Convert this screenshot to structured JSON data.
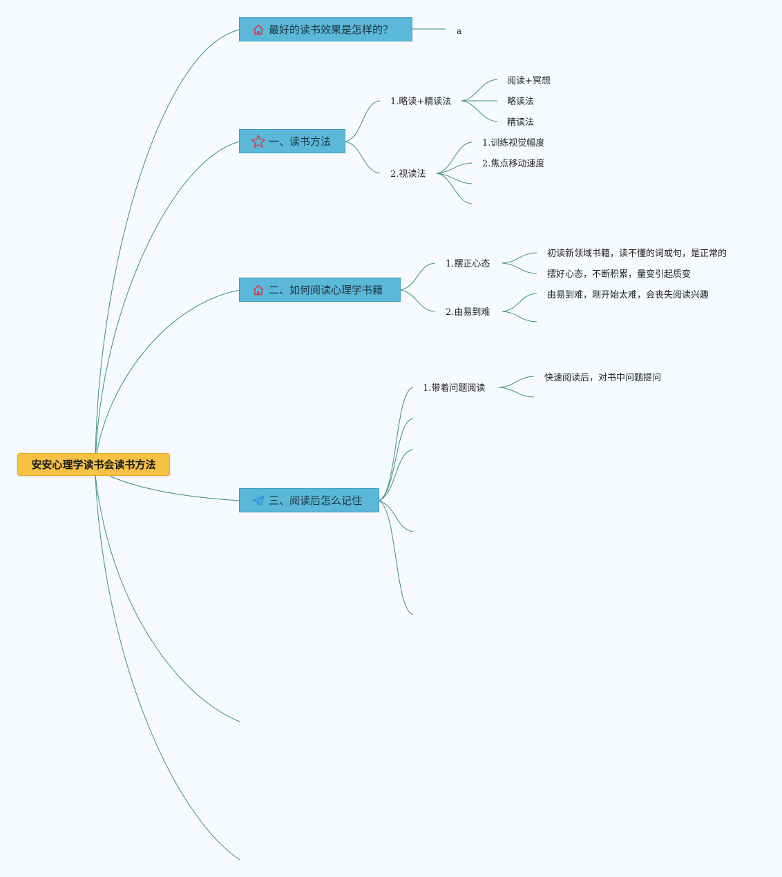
{
  "root": {
    "label": "安安心理学读书会读书方法"
  },
  "topics": [
    {
      "label": "最好的读书效果是怎样的？",
      "icon": "house-icon",
      "children": [
        {
          "label": "a"
        }
      ]
    },
    {
      "label": "一、读书方法",
      "icon": "star-icon",
      "children": [
        {
          "label": "1.略读+精读法",
          "children": [
            "阅读+冥想",
            "略读法",
            "精读法"
          ]
        },
        {
          "label": "2.视读法",
          "children": [
            "1.训练视觉幅度",
            "2.焦点移动速度",
            "",
            ""
          ]
        }
      ]
    },
    {
      "label": "二、如何阅读心理学书籍",
      "icon": "house-icon",
      "children": [
        {
          "label": "1.摆正心态",
          "children": [
            "初读新领域书籍，读不懂的词或句，是正常的",
            "摆好心态，不断积累，量变引起质变"
          ]
        },
        {
          "label": "2.由易到难",
          "children": [
            "由易到难，刚开始太难，会丧失阅读兴趣",
            ""
          ]
        }
      ]
    },
    {
      "label": "三、阅读后怎么记住",
      "icon": "paper-plane-icon",
      "children": [
        {
          "label": "1.带着问题阅读",
          "children": [
            "快速阅读后，对书中问题提问",
            ""
          ]
        },
        {
          "label": "",
          "children": []
        },
        {
          "label": "",
          "children": []
        },
        {
          "label": "",
          "children": []
        },
        {
          "label": "",
          "children": []
        }
      ]
    },
    {
      "label": "",
      "children": []
    },
    {
      "label": "",
      "children": []
    }
  ],
  "colors": {
    "connector": "#3d8f7a",
    "root_fill": "#f7c244",
    "topic_fill": "#5bb8d8",
    "icon_red": "#d93b4a",
    "icon_blue": "#2f8fd6",
    "background": "#f6f9fd"
  }
}
